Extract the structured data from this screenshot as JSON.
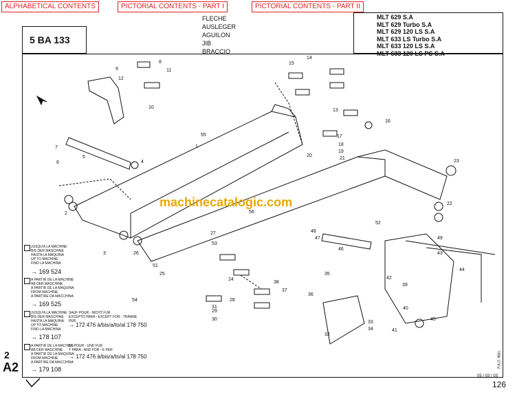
{
  "nav": {
    "alphabetical": "ALPHABETICAL CONTENTS",
    "pictorial1": "PICTORIAL CONTENTS - PART I",
    "pictorial2": "PICTORIAL CONTENTS - PART II"
  },
  "header": {
    "code": "5 BA 133",
    "names": [
      "FLECHE",
      "AUSLEGER",
      "AGUILON",
      "JIB",
      "BRACCIO"
    ],
    "models": [
      "MLT 629 S.A",
      "MLT 629 Turbo S.A",
      "MLT 629 120 LS S.A",
      "MLT 633 LS Turbo S.A",
      "MLT 633 120 LS S.A",
      "MLT 633 120 LS PS S.A"
    ]
  },
  "watermark": "machinecatalogic.com",
  "legend": {
    "block1": [
      "JUSQU'A LA MACHINE",
      "BIS DER MASCHINE",
      "HASTA LA MAQUINA",
      "UP TO MACHINE",
      "FINO LA MACHINA"
    ],
    "serial1": "169 524",
    "block2": [
      "A PARTIR DE LA MACHINE",
      "AB DER MASCHINE",
      "A PARTIR DE LA MAQUINA",
      "FROM MACHINE",
      "A PARTIRE DA MACCHINA"
    ],
    "serial2": "169 525",
    "block3": [
      "JUSQU'A LA MACHINE",
      "BIS DER MASCHINE",
      "HASTA LA MAQUINA",
      "UP TO MACHINE",
      "FINO LA MACHINA"
    ],
    "serial3": "178 107",
    "block4": [
      "A PARTIR DE LA MACHINE",
      "AB DER MASCHINE",
      "A PARTIR DE LA MAQUINA",
      "FROM MACHINE",
      "A PARTIRE DA MACCHINA"
    ],
    "serial4": "179 108",
    "note1": [
      "SAUF POUR - NICHT FUR",
      "EXCEPTO PARA - EXCEPT FOR - TRANNE PER"
    ],
    "note1_serial": "172 476 à/bis/a/to/al 178 750",
    "note2": [
      "ET POUR - UND FUR",
      "Y PARA - AND FOR - E PER"
    ],
    "note2_serial": "172 476 à/bis/a/to/al 178 750"
  },
  "footer": {
    "section_number": "2",
    "section_code": "A2",
    "date": "05 / 03 / 03",
    "page": "126",
    "ref": "P.A.O. Nbls"
  },
  "callouts": [
    "1",
    "2",
    "3",
    "4",
    "5",
    "6",
    "7",
    "8",
    "9",
    "10",
    "11",
    "12",
    "13",
    "14",
    "15",
    "16",
    "17",
    "18",
    "19",
    "20",
    "21",
    "22",
    "23",
    "24",
    "25",
    "26",
    "27",
    "28",
    "29",
    "30",
    "31",
    "32",
    "33",
    "34",
    "35",
    "36",
    "37",
    "38",
    "39",
    "40",
    "41",
    "42",
    "43",
    "44",
    "45",
    "46",
    "47",
    "48",
    "49",
    "51",
    "52",
    "53",
    "54",
    "55",
    "56"
  ]
}
